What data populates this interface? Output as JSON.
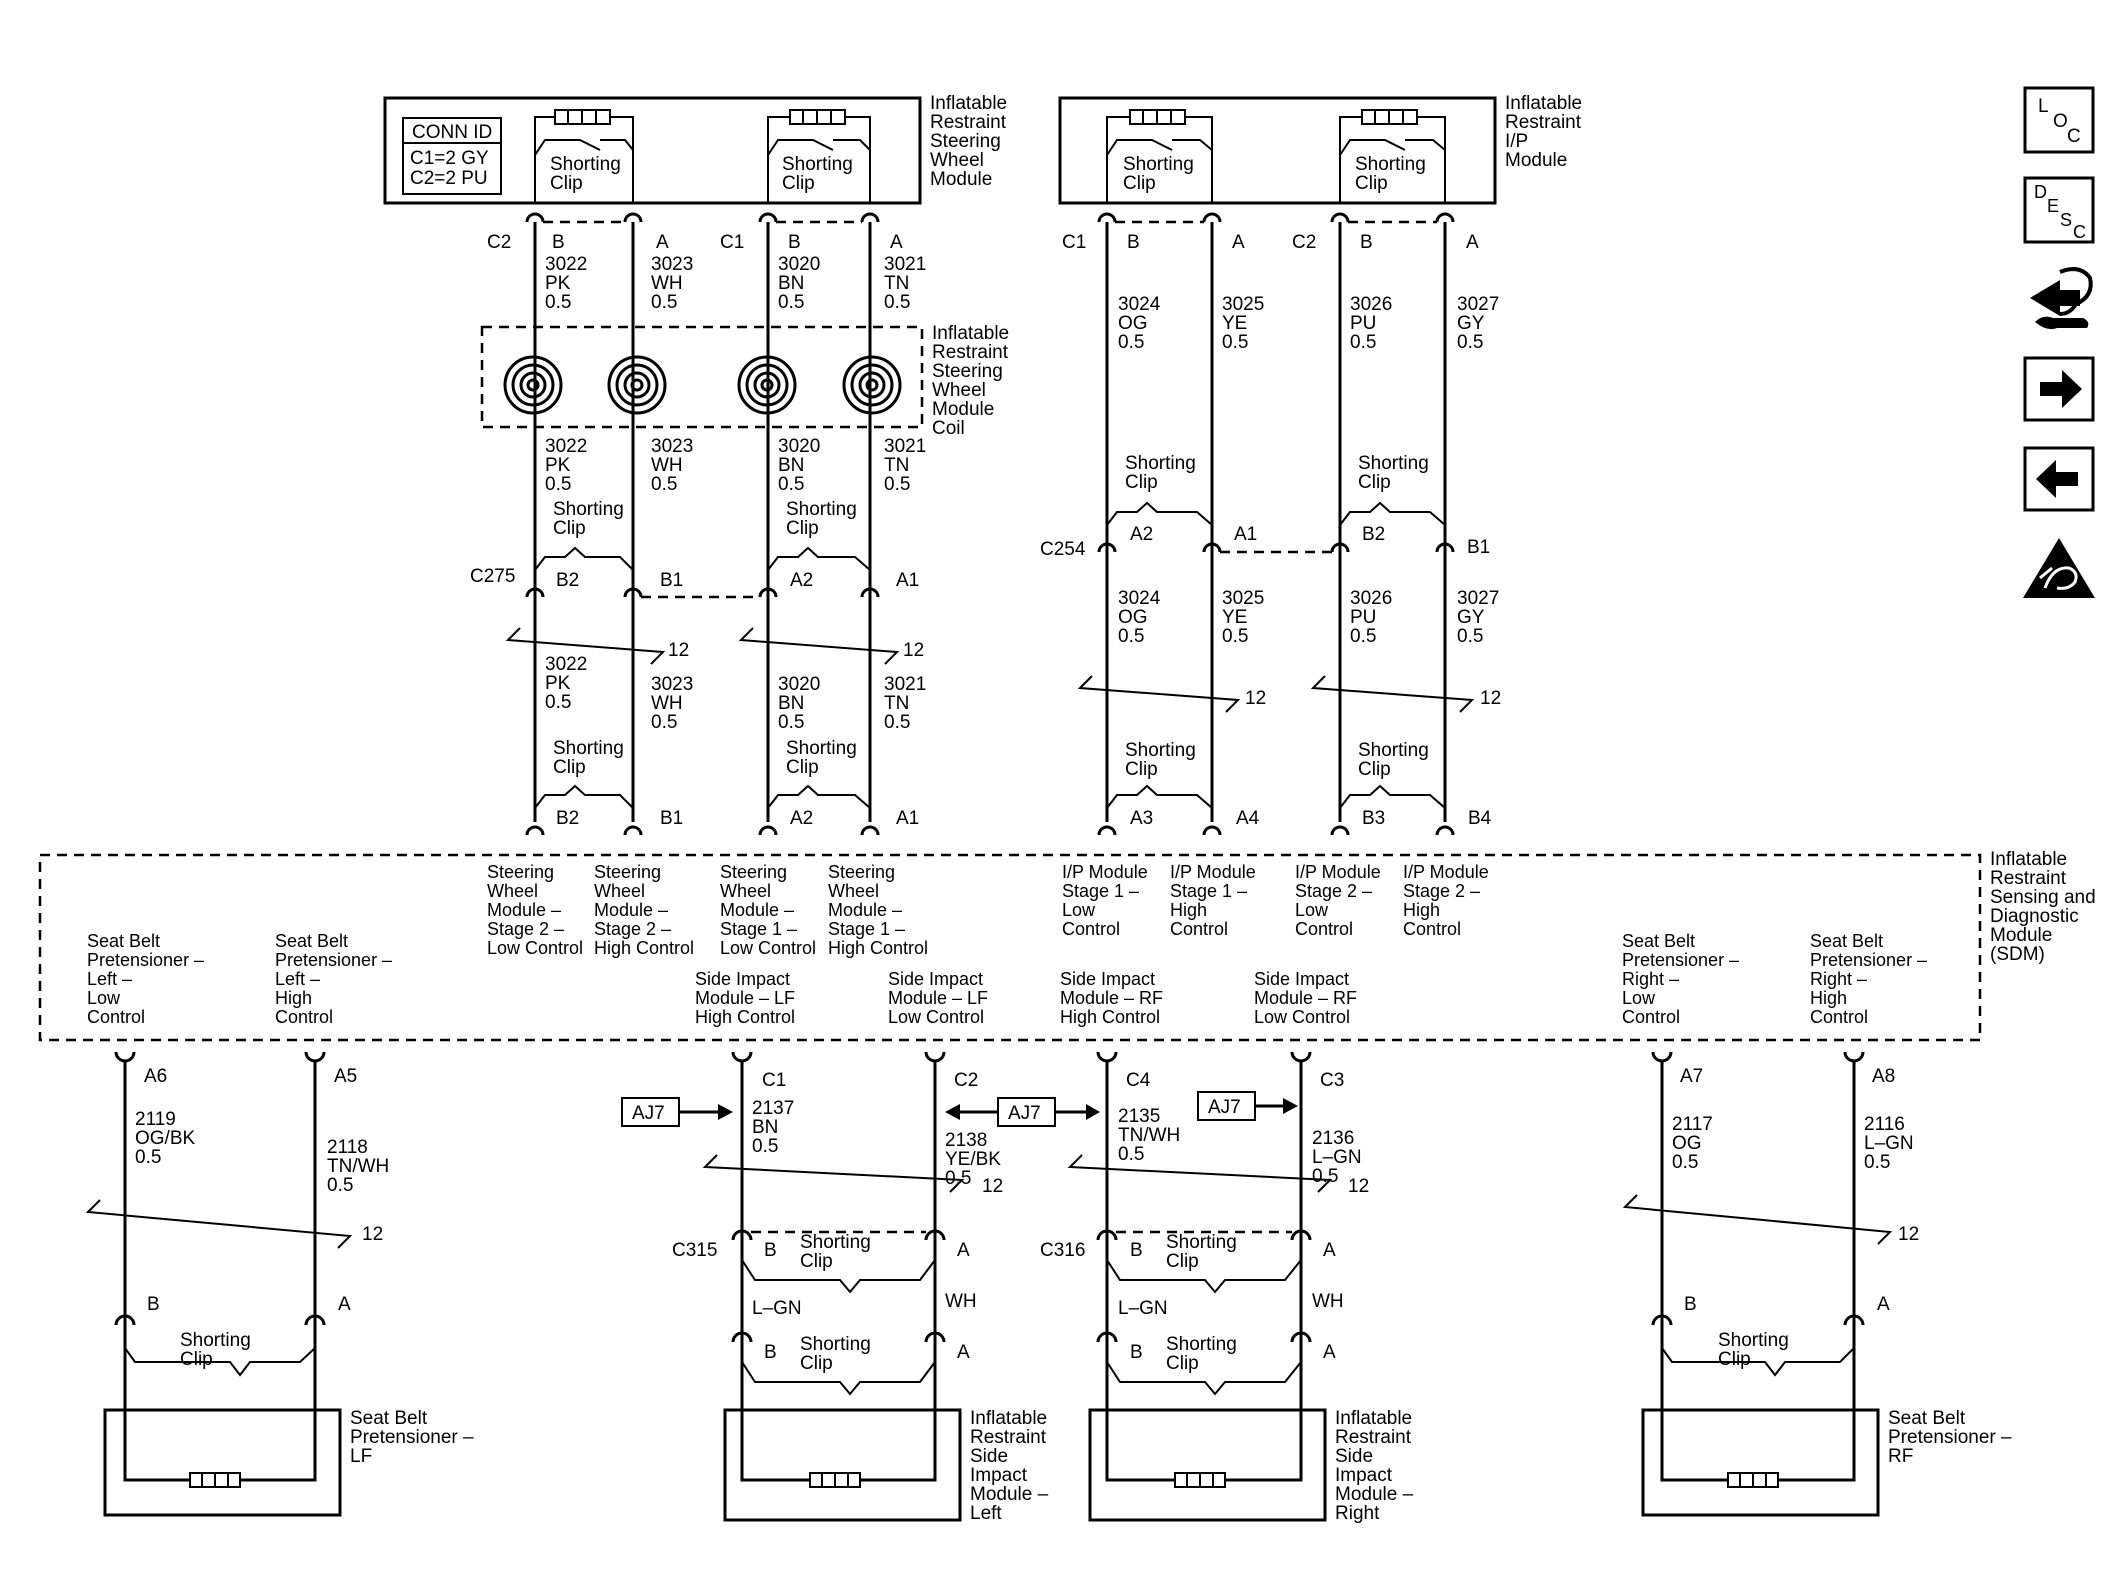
{
  "conn_id": {
    "title": "CONN ID",
    "line1": "C1=2 GY",
    "line2": "C2=2 PU"
  },
  "shorting_clip": [
    "Shorting",
    "Clip"
  ],
  "modules": {
    "steering_wheel_module": [
      "Inflatable",
      "Restraint",
      "Steering",
      "Wheel",
      "Module"
    ],
    "ip_module": [
      "Inflatable",
      "Restraint",
      "I/P",
      "Module"
    ],
    "coil": [
      "Inflatable",
      "Restraint",
      "Steering",
      "Wheel",
      "Module",
      "Coil"
    ],
    "sdm": [
      "Inflatable",
      "Restraint",
      "Sensing and",
      "Diagnostic",
      "Module",
      "(SDM)"
    ],
    "seat_belt_lf": [
      "Seat Belt",
      "Pretensioner –",
      "LF"
    ],
    "seat_belt_rf": [
      "Seat Belt",
      "Pretensioner –",
      "RF"
    ],
    "side_left": [
      "Inflatable",
      "Restraint",
      "Side",
      "Impact",
      "Module –",
      "Left"
    ],
    "side_right": [
      "Inflatable",
      "Restraint",
      "Side",
      "Impact",
      "Module –",
      "Right"
    ]
  },
  "connectors": {
    "c2": "C2",
    "c1": "C1",
    "c275": "C275",
    "c254": "C254",
    "c315": "C315",
    "c316": "C316",
    "sdm_c1": "C1",
    "sdm_c2": "C2",
    "sdm_c4": "C4",
    "sdm_c3": "C3"
  },
  "pins": {
    "b": "B",
    "a": "A",
    "b1": "B1",
    "b2": "B2",
    "a1": "A1",
    "a2": "A2",
    "a3": "A3",
    "a4": "A4",
    "b3": "B3",
    "b4": "B4",
    "a5": "A5",
    "a6": "A6",
    "a7": "A7",
    "a8": "A8"
  },
  "wires": {
    "w3022": [
      "3022",
      "PK",
      "0.5"
    ],
    "w3023": [
      "3023",
      "WH",
      "0.5"
    ],
    "w3020": [
      "3020",
      "BN",
      "0.5"
    ],
    "w3021": [
      "3021",
      "TN",
      "0.5"
    ],
    "w3024": [
      "3024",
      "OG",
      "0.5"
    ],
    "w3025": [
      "3025",
      "YE",
      "0.5"
    ],
    "w3026": [
      "3026",
      "PU",
      "0.5"
    ],
    "w3027": [
      "3027",
      "GY",
      "0.5"
    ],
    "w2119": [
      "2119",
      "OG/BK",
      "0.5"
    ],
    "w2118": [
      "2118",
      "TN/WH",
      "0.5"
    ],
    "w2137": [
      "2137",
      "BN",
      "0.5"
    ],
    "w2138": [
      "2138",
      "YE/BK",
      "0.5"
    ],
    "w2135": [
      "2135",
      "TN/WH",
      "0.5"
    ],
    "w2136": [
      "2136",
      "L–GN",
      "0.5"
    ],
    "w2117": [
      "2117",
      "OG",
      "0.5"
    ],
    "w2116": [
      "2116",
      "L–GN",
      "0.5"
    ],
    "lgn": "L–GN",
    "wh": "WH"
  },
  "break_num": "12",
  "aj7": "AJ7",
  "sdm_functions": {
    "sw_s2_low": [
      "Steering",
      "Wheel",
      "Module –",
      "Stage 2 –",
      "Low Control"
    ],
    "sw_s2_high": [
      "Steering",
      "Wheel",
      "Module –",
      "Stage 2 –",
      "High Control"
    ],
    "sw_s1_low": [
      "Steering",
      "Wheel",
      "Module –",
      "Stage 1 –",
      "Low Control"
    ],
    "sw_s1_high": [
      "Steering",
      "Wheel",
      "Module –",
      "Stage 1 –",
      "High Control"
    ],
    "ip_s1_low": [
      "I/P Module",
      "Stage 1 –",
      "Low",
      "Control"
    ],
    "ip_s1_high": [
      "I/P Module",
      "Stage 1 –",
      "High",
      "Control"
    ],
    "ip_s2_low": [
      "I/P Module",
      "Stage 2 –",
      "Low",
      "Control"
    ],
    "ip_s2_high": [
      "I/P Module",
      "Stage 2 –",
      "High",
      "Control"
    ],
    "sb_left_low": [
      "Seat Belt",
      "Pretensioner –",
      "Left –",
      "Low",
      "Control"
    ],
    "sb_left_high": [
      "Seat Belt",
      "Pretensioner –",
      "Left –",
      "High",
      "Control"
    ],
    "sb_right_low": [
      "Seat Belt",
      "Pretensioner –",
      "Right –",
      "Low",
      "Control"
    ],
    "sb_right_high": [
      "Seat Belt",
      "Pretensioner –",
      "Right –",
      "High",
      "Control"
    ],
    "si_lf_high": [
      "Side Impact",
      "Module – LF",
      "High Control"
    ],
    "si_lf_low": [
      "Side Impact",
      "Module – LF",
      "Low Control"
    ],
    "si_rf_high": [
      "Side Impact",
      "Module – RF",
      "High Control"
    ],
    "si_rf_low": [
      "Side Impact",
      "Module – RF",
      "Low Control"
    ]
  },
  "nav": {
    "loc": [
      "L",
      "O",
      "C"
    ],
    "desc": [
      "D",
      "E",
      "S",
      "C"
    ]
  },
  "icons": [
    "loc-icon",
    "desc-icon",
    "connector-repair-icon",
    "next-arrow-icon",
    "previous-arrow-icon",
    "esd-warning-icon"
  ]
}
